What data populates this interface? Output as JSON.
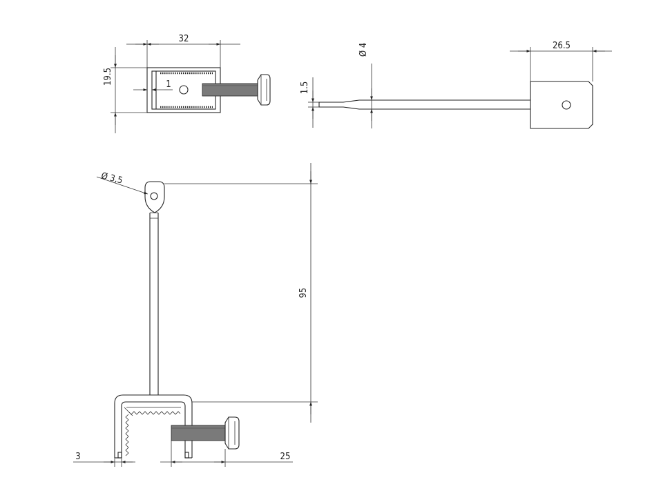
{
  "dimensions": {
    "top_view_width": "32",
    "top_view_height": "19.5",
    "top_view_wall": "1",
    "side_rod_diameter": "Ø 4",
    "side_tip_thickness": "1.5",
    "side_tab_width": "26.5",
    "front_hole_diameter": "Ø 3,5",
    "front_height": "95",
    "front_wall": "3",
    "front_screw_length": "25"
  },
  "colors": {
    "line": "#222222",
    "thread": "#7a7a7a",
    "background": "#ffffff"
  }
}
